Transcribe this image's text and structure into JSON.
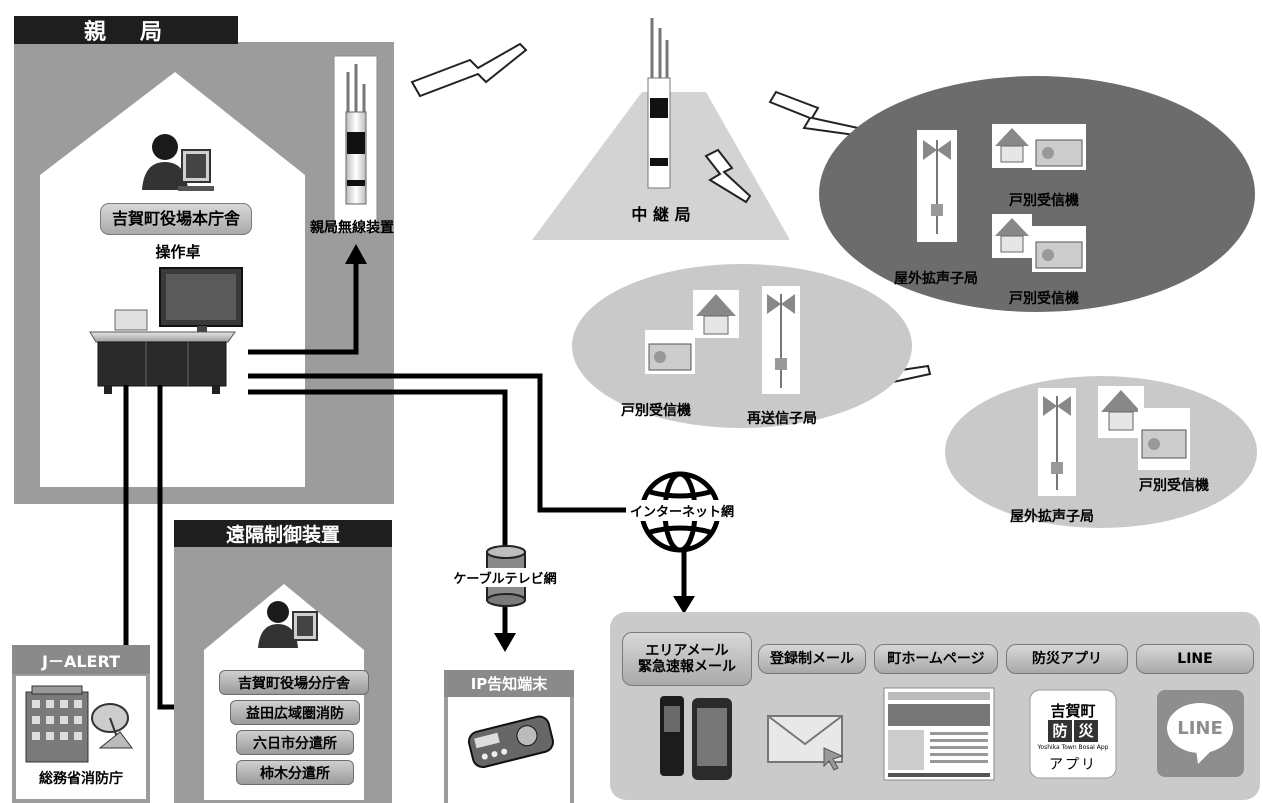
{
  "labels": {
    "parent_station": "親　局",
    "parent_radio": "親局無線装置",
    "town_hall": "吉賀町役場本庁舎",
    "console": "操作卓",
    "relay": "中 継 局",
    "retransmit": "再送信子局",
    "home_receiver": "戸別受信機",
    "outdoor_speaker": "屋外拡声子局",
    "internet": "インターネット網",
    "cable_tv": "ケーブルテレビ網",
    "ip_terminal": "IP告知端末",
    "jalert": "J－ALERT",
    "fdma": "総務省消防庁",
    "remote": "遠隔制御装置",
    "remote_sites": [
      "吉賀町役場分庁舎",
      "益田広域圏消防",
      "六日市分遣所",
      "柿木分遣所"
    ]
  },
  "services": [
    {
      "label": "エリアメール\n緊急速報メール"
    },
    {
      "label": "登録制メール"
    },
    {
      "label": "町ホームページ"
    },
    {
      "label": "防災アプリ"
    },
    {
      "label": "LINE"
    }
  ],
  "app_icon": {
    "line1": "吉賀町",
    "line2a": "防",
    "line2b": "災",
    "small": "Yoshika Town Bosai App",
    "line3": "アプリ"
  },
  "line_logo": "LINE"
}
